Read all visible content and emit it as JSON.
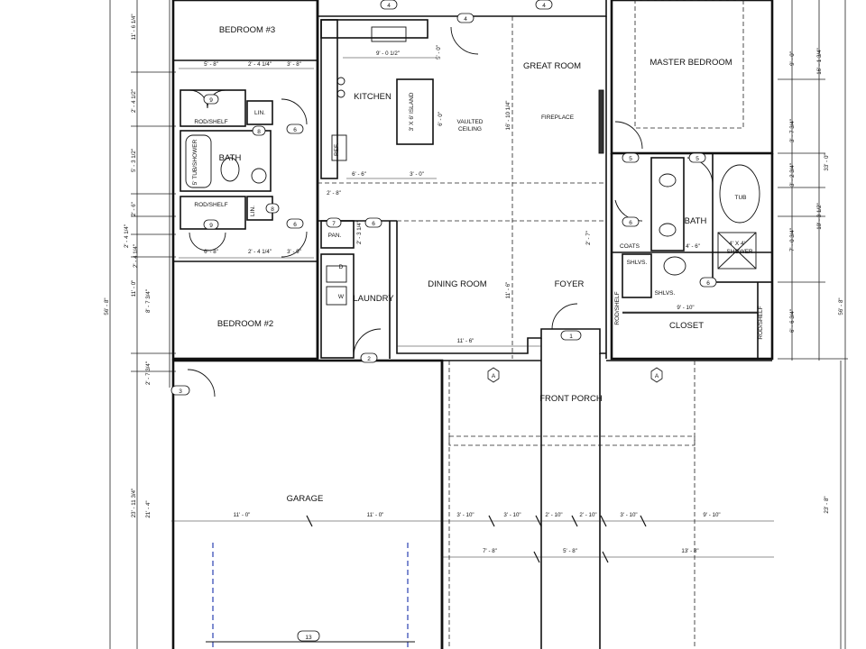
{
  "rooms": {
    "bedroom3": "BEDROOM #3",
    "kitchen": "KITCHEN",
    "great_room": "GREAT ROOM",
    "master_bedroom": "MASTER BEDROOM",
    "bath1": "BATH",
    "bath2": "BATH",
    "bedroom2": "BEDROOM #2",
    "laundry": "LAUNDRY",
    "dining_room": "DINING ROOM",
    "foyer": "FOYER",
    "closet": "CLOSET",
    "front_porch": "FRONT PORCH",
    "garage": "GARAGE"
  },
  "labels": {
    "rod_shelf_1": "ROD/SHELF",
    "rod_shelf_2": "ROD/SHELF",
    "lin_1": "LIN.",
    "lin_2": "LIN.",
    "tub_shower": "5' TUB/SHOWER",
    "ref": "REF.",
    "island": "3' X 6' ISLAND",
    "vaulted": "VAULTED",
    "ceiling": "CEILING",
    "fireplace": "FIREPLACE",
    "pan": "PAN.",
    "coats": "COATS",
    "shlvs_1": "SHLVS.",
    "shlvs_2": "SHLVS.",
    "rod_shelf_v1": "ROD/SHELF",
    "rod_shelf_v2": "ROD/SHELF",
    "tub": "TUB",
    "shower_size": "4' X 4'",
    "shower": "SHOWER",
    "w": "W",
    "d": "D",
    "a1": "A",
    "a2": "A"
  },
  "tags": [
    "4",
    "4",
    "4",
    "6",
    "6",
    "8",
    "8",
    "9",
    "9",
    "7",
    "6",
    "5",
    "5",
    "6",
    "6",
    "2",
    "1",
    "3",
    "13"
  ],
  "dims": {
    "d_5_8a": "5' - 8\"",
    "d_2_4q_a": "2' - 4 1/4\"",
    "d_3_8": "3' - 8\"",
    "d_9_0h": "9' - 0 1/2\"",
    "d_5_0": "5' - 0\"",
    "d_6_0": "6' - 0\"",
    "d_6_6": "6' - 6\"",
    "d_3_0": "3' - 0\"",
    "d_16_10": "16' - 10 1/4\"",
    "d_2_8": "2' - 8\"",
    "d_2_3q": "2' - 3 1/4\"",
    "d_6_8b": "6' - 8\"",
    "d_2_4q_b": "2' - 4 1/4\"",
    "d_3_9": "3' - 9\"",
    "d_2_7": "2' - 7\"",
    "d_4_6": "4' - 6\"",
    "d_11_6v": "11' - 6\"",
    "d_11_6h": "11' - 6\"",
    "d_9_10a": "9' - 10\"",
    "d_11_0a": "11' - 0\"",
    "d_11_0b": "11' - 0\"",
    "d_3_10a": "3' - 10\"",
    "d_3_10b": "3' - 10\"",
    "d_2_10a": "2' - 10\"",
    "d_2_10b": "2' - 10\"",
    "d_3_10c": "3' - 10\"",
    "d_9_10b": "9' - 10\"",
    "d_7_8": "7' - 8\"",
    "d_5_8b": "5' - 8\"",
    "d_13_8": "13' - 8\""
  },
  "vdims_left": {
    "v1": "11' - 6 1/4\"",
    "v2": "2' - 4 1/2\"",
    "v3": "5' - 3 1/2\"",
    "v4": "2' - 6\"",
    "v5": "2' - 4 1/4\"",
    "v6": "2' - 4 1/4\"",
    "v7": "11' - 0\"",
    "v8": "8' - 7 3/4\"",
    "v9": "56' - 8\"",
    "v10": "2' - 7 3/4\"",
    "v11": "23' - 11 3/4\"",
    "v12": "21' - 4\""
  },
  "vdims_right": {
    "r1": "9' - 0\"",
    "r2": "16' - 1 3/4\"",
    "r3": "3' - 7 3/4\"",
    "r4": "33' - 0\"",
    "r5": "3' - 2 3/4\"",
    "r6": "10' - 3 1/2\"",
    "r7": "7' - 0 3/4\"",
    "r8": "6' - 6 3/4\"",
    "r9": "56' - 8\"",
    "r10": "23' - 8\""
  },
  "colors": {
    "line": "#111111",
    "wall_fill": "#6e6e6e",
    "garage_door": "#2a3fb0"
  }
}
